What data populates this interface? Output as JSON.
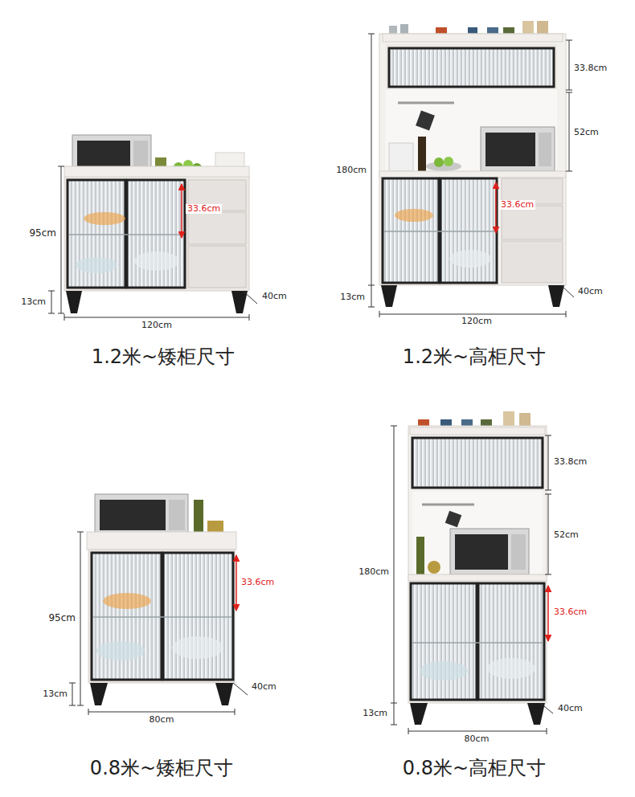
{
  "diagram": {
    "labels": [
      "33.6cm",
      "95cm",
      "13cm",
      "40cm",
      "120cm",
      "1.2米~矮柜尺寸",
      "33.8cm",
      "52cm",
      "180cm",
      "33.6cm",
      "13cm",
      "40cm",
      "120cm",
      "1.2米~高柜尺寸",
      "33.6cm",
      "95cm",
      "13cm",
      "40cm",
      "80cm",
      "0.8米~矮柜尺寸",
      "33.8cm",
      "52cm",
      "180cm",
      "33.6cm",
      "13cm",
      "40cm",
      "80cm",
      "0.8米~高柜尺寸"
    ]
  }
}
